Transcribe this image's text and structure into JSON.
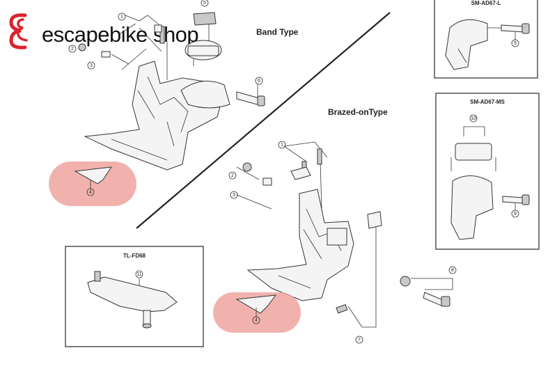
{
  "logo": {
    "text": "escapebike shop",
    "accent": "#d9232e"
  },
  "sections": {
    "band_type": "Band Type",
    "brazed_on_type": "Brazed-onType"
  },
  "boxes": {
    "sm_ad67_l": "SM-AD67-L",
    "sm_ad67_ms": "SM-AD67-MS",
    "tl_fd68": "TL-FD68"
  },
  "callouts": [
    "1",
    "2",
    "3",
    "4",
    "5",
    "6",
    "7",
    "8",
    "9",
    "10",
    "11"
  ],
  "colors": {
    "highlight": "#eea5a0",
    "line": "#333333"
  }
}
